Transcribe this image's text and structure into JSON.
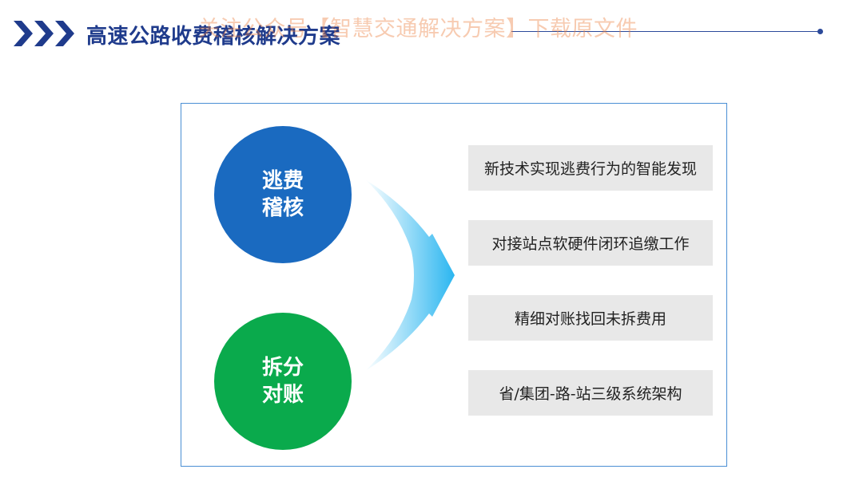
{
  "header": {
    "title": "高速公路收费稽核解决方案",
    "watermark": "关注公众号【智慧交通解决方案】下载原文件",
    "accent_color": "#1f3b8c",
    "chevron_icon": "triple-chevron-right-icon"
  },
  "circles": [
    {
      "line1": "逃费",
      "line2": "稽核",
      "color": "#1a6ac0"
    },
    {
      "line1": "拆分",
      "line2": "对账",
      "color": "#0aaa4c"
    }
  ],
  "arrow": {
    "icon": "curved-arrow-right-icon",
    "color": "#2bb6f0"
  },
  "items": [
    {
      "label": "新技术实现逃费行为的智能发现"
    },
    {
      "label": "对接站点软硬件闭环追缴工作"
    },
    {
      "label": "精细对账找回未拆费用"
    },
    {
      "label": "省/集团-路-站三级系统架构"
    }
  ]
}
